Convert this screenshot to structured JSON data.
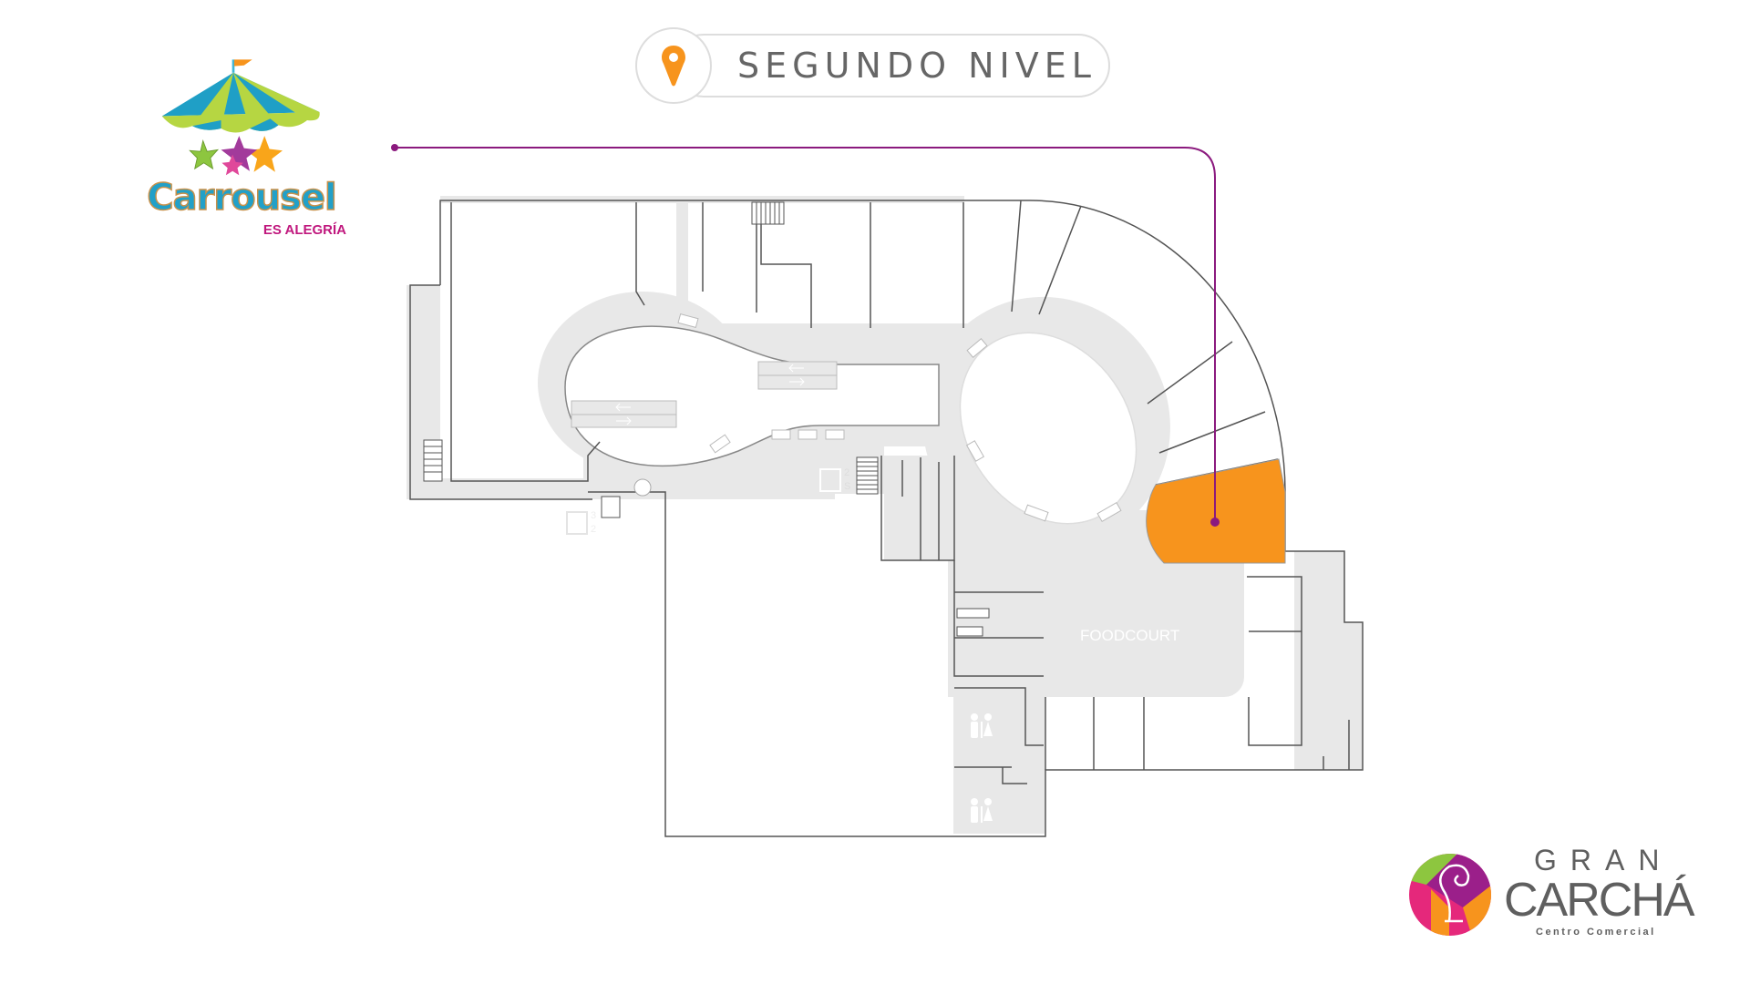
{
  "header": {
    "title": "SEGUNDO NIVEL",
    "icon": "map-pin-icon"
  },
  "store_logo": {
    "name": "Carrousel",
    "tagline": "ES ALEGRÍA"
  },
  "mall_logo": {
    "line1": "GRAN",
    "line2": "CARCHÁ",
    "line3": "Centro Comercial"
  },
  "map": {
    "area_label": "FOODCOURT",
    "elevator_a": {
      "up": "2",
      "down": "S"
    },
    "elevator_b": {
      "up": "3",
      "down": "2"
    },
    "colors": {
      "highlight": "#f7941d",
      "pointer": "#8b1a7e",
      "floor": "#e8e8e8",
      "wall": "#555555"
    }
  }
}
